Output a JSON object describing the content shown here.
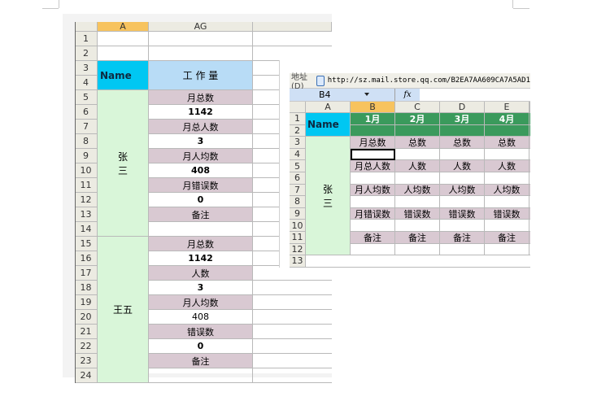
{
  "sheet1": {
    "col_headers": [
      "A",
      "AG"
    ],
    "row_numbers": [
      "1",
      "2",
      "3",
      "4",
      "5",
      "6",
      "7",
      "8",
      "9",
      "10",
      "11",
      "12",
      "13",
      "14",
      "15",
      "16",
      "17",
      "18",
      "19",
      "20",
      "21",
      "22",
      "23",
      "24"
    ],
    "name_header": "Name",
    "work_header": "工 作 量",
    "person1": "张\n三",
    "person2": "王五",
    "values": [
      "月总数",
      "1142",
      "月总人数",
      "3",
      "月人均数",
      "408",
      "月错误数",
      "0",
      "备注",
      "",
      "月总数",
      "1142",
      "人数",
      "3",
      "月人均数",
      "408",
      "错误数",
      "0",
      "备注",
      ""
    ]
  },
  "sheet2": {
    "address_label": "地址 (D)",
    "url": "http://sz.mail.store.qq.com/B2EA7AA609CA7A5AD1",
    "name_box": "B4",
    "fx": "fx",
    "col_headers": [
      "A",
      "B",
      "C",
      "D",
      "E"
    ],
    "row_numbers": [
      "1",
      "2",
      "3",
      "4",
      "5",
      "6",
      "7",
      "8",
      "9",
      "10",
      "11",
      "12",
      "13"
    ],
    "name_header": "Name",
    "months": [
      "1月",
      "2月",
      "3月",
      "4月"
    ],
    "person": "张\n三",
    "rows": [
      [
        "月总数",
        "总数",
        "总数",
        "总数"
      ],
      [
        "",
        "",
        "",
        ""
      ],
      [
        "月总人数",
        "人数",
        "人数",
        "人数"
      ],
      [
        "",
        "",
        "",
        ""
      ],
      [
        "月人均数",
        "人均数",
        "人均数",
        "人均数"
      ],
      [
        "",
        "",
        "",
        ""
      ],
      [
        "月错误数",
        "错误数",
        "错误数",
        "错误数"
      ],
      [
        "",
        "",
        "",
        ""
      ],
      [
        "备注",
        "备注",
        "备注",
        "备注"
      ],
      [
        "",
        "",
        "",
        ""
      ]
    ]
  }
}
